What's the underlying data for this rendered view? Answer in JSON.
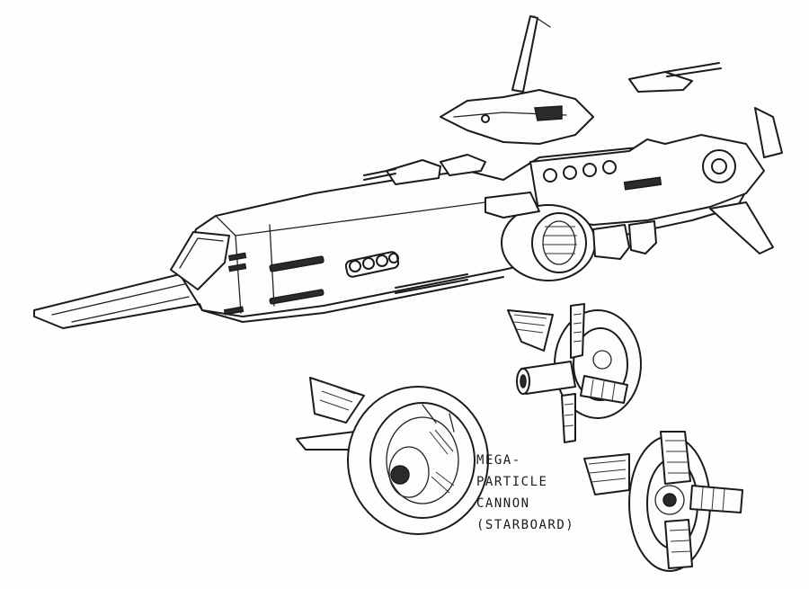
{
  "annotation": {
    "lines": [
      "MEGA-",
      "PARTICLE",
      "CANNON",
      "(STARBOARD)"
    ]
  },
  "colors": {
    "paper": "#fefefe",
    "ink": "#1b1b1b"
  }
}
